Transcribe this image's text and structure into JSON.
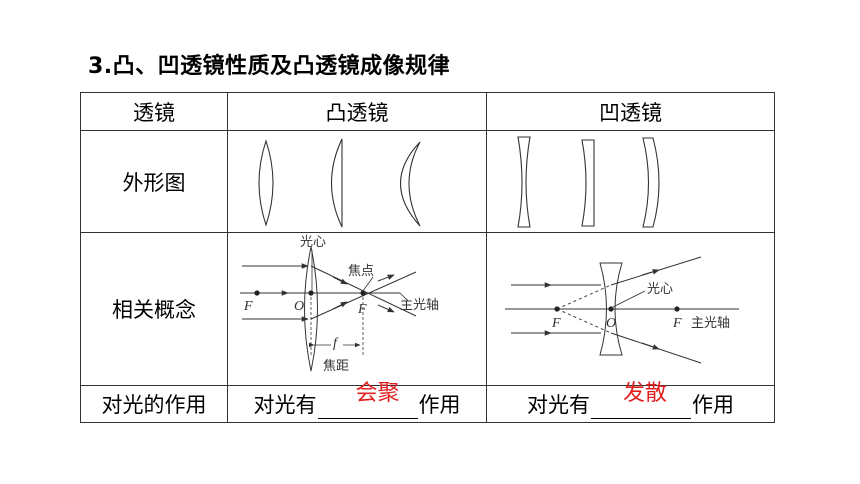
{
  "title": "3.凸、凹透镜性质及凸透镜成像规律",
  "table": {
    "headers": [
      "透镜",
      "凸透镜",
      "凹透镜"
    ],
    "rows": {
      "shape": {
        "label": "外形图"
      },
      "concepts": {
        "label": "相关概念",
        "convex_diagram": {
          "optical_center": "光心",
          "focus": "焦点",
          "main_axis": "主光轴",
          "F_left": "F",
          "O": "O",
          "F_right": "F",
          "f": "f",
          "focal_length": "焦距"
        },
        "concave_diagram": {
          "optical_center": "光心",
          "F_left": "F",
          "O": "O",
          "F_right": "F",
          "main_axis": "主光轴"
        }
      },
      "effect": {
        "label": "对光的作用",
        "convex_prefix": "对光有",
        "convex_suffix": "作用",
        "convex_answer": "会聚",
        "concave_prefix": "对光有",
        "concave_suffix": "作用",
        "concave_answer": "发散"
      }
    }
  }
}
